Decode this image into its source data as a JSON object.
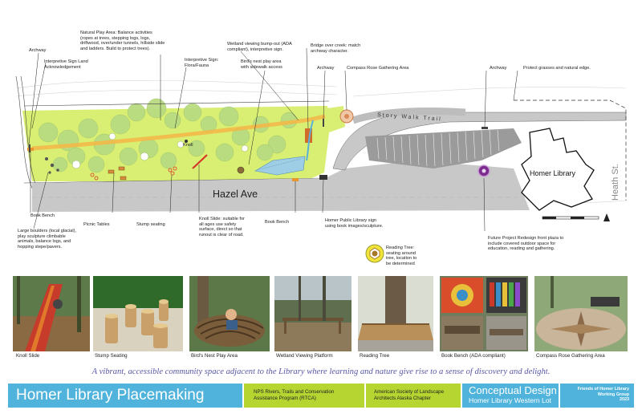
{
  "colors": {
    "grass": "#d9ef73",
    "trees": "#b9db82",
    "road": "#c8c8c8",
    "parking": "#9b9b9b",
    "accent_blue": "#4fb3dc",
    "accent_green": "#b7d531",
    "tagline": "#5a57a6",
    "highlight_yellow": "#f2e53a"
  },
  "plan": {
    "streets": {
      "hazel": "Hazel Ave",
      "heath": "Heath St.",
      "trail": "Story Walk Trail"
    },
    "library_label": "Homer Library",
    "labels": {
      "archway_left": "Archway",
      "interp_land": "Interpretive Sign Land\nAcknowledgement",
      "natural_play": "Natural Play Area: Balance activities\n(ropes at trees, stepping logs, logs,\ndriftwood, over/under tunnels, hillside slide\nand ladders. Build to protect trees).",
      "interp_flora": "Interpretive Sign:\nFlora/Fauna",
      "wetland": "Wetland viewing bump-out (ADA\ncompliant), interpretive sign.",
      "birds_nest": "Bird's nest play area\nwith sidewalk access",
      "bridge": "Bridge over creek: match\narchway character.",
      "archway_mid": "Archway",
      "compass": "Compass Rose Gathering Area",
      "archway_right": "Archway",
      "protect": "Protect grasses and natural edge.",
      "knoll": "Knoll",
      "book_bench_left": "Book Bench",
      "boulders": "Large boulders (local glacial),\nplay sculpture climbable\nanimals, balance logs, and\nhopping stepe/pavers.",
      "picnic": "Picnic Tables",
      "stump": "Stump seating",
      "knoll_slide": "Knoll Slide: suitable for\nall ages use safety\nsurface, direct so that\nrunout is clear of road.",
      "book_bench_mid": "Book Bench",
      "sign": "Homer Public Library sign\nusing book images/sculpture.",
      "future": "Future Project Redesign front plaza to\ninclude covered outdoor space for\neducation, reading and gathering.",
      "reading_tree": "Reading Tree:\nseating around\ntree, location to\nbe determined"
    }
  },
  "photos": [
    {
      "caption": "Knoll Slide"
    },
    {
      "caption": "Stump Seating"
    },
    {
      "caption": "Bird's Nest Play Area"
    },
    {
      "caption": "Wetland Viewing Platform"
    },
    {
      "caption": "Reading Tree"
    },
    {
      "caption": "Book Bench (ADA compliant)"
    },
    {
      "caption": "Compass Rose Gathering Area"
    }
  ],
  "tagline": "A vibrant, accessible community space adjacent to the Library where learning and nature give rise to a sense of discovery and delight.",
  "footer": {
    "title": "Homer Library Placemaking",
    "nps": "NPS Rivers, Trails and Conservation\nAssistance Program (RTCA)",
    "asla": "American Society of Landscape\nArchitects Alaska Chapter",
    "concept_title": "Conceptual Design",
    "concept_sub": "Homer Library Western Lot",
    "friends": "Friends of Homer Library\nWorking Group\n2023"
  }
}
